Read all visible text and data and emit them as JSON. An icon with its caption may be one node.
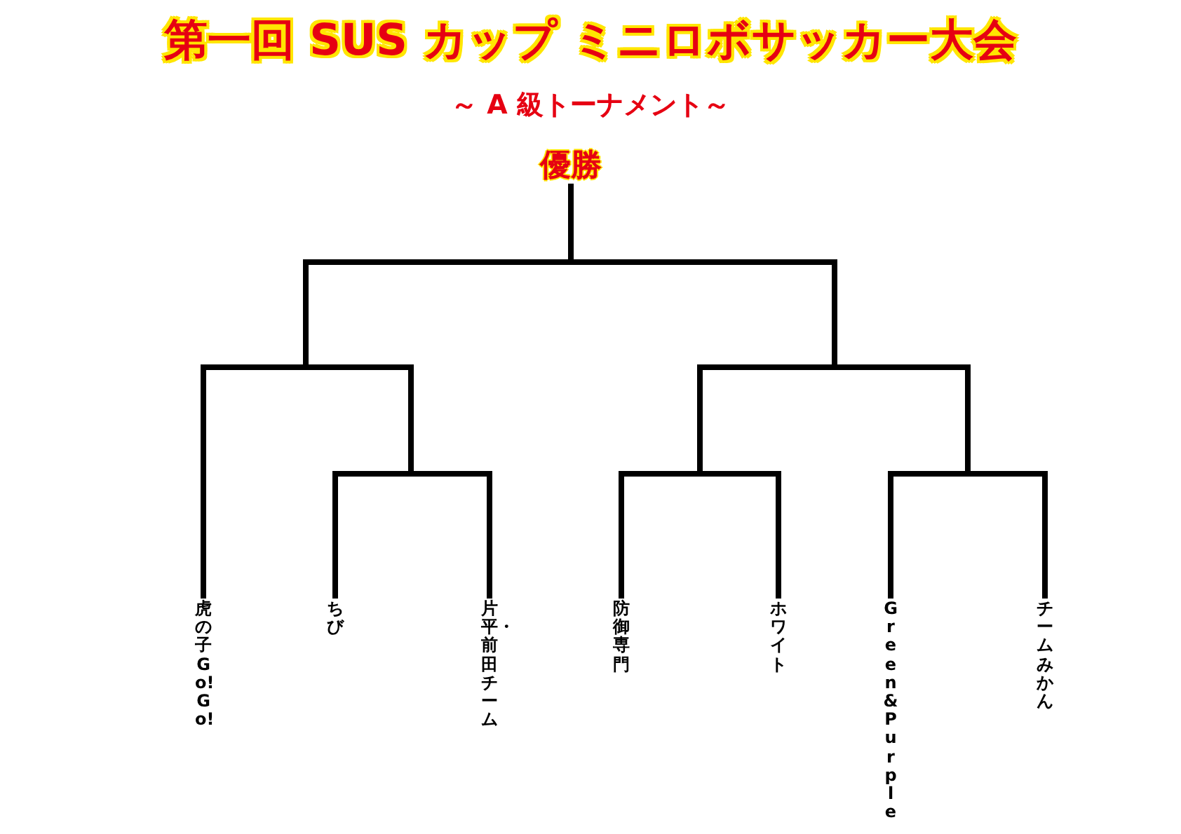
{
  "diagram": {
    "title": "第一回 SUS カップ ミニロボサッカー大会",
    "nodes": [
      {
        "text": [
          "優勝"
        ]
      },
      {
        "text": [
          "虎の子 Go! Go!"
        ]
      },
      {
        "text": [
          "ちび"
        ]
      },
      {
        "text": [
          "片平・前田チーム"
        ]
      },
      {
        "text": [
          "防御専門"
        ]
      },
      {
        "text": [
          "ホワイト"
        ]
      },
      {
        "text": [
          "Green&Purple"
        ]
      },
      {
        "text": [
          "チームみかん"
        ]
      }
    ],
    "edges": [
      {
        "from": 1,
        "to": 0,
        "arrow": "none"
      },
      {
        "from": 2,
        "to": 0,
        "arrow": "none"
      },
      {
        "from": 3,
        "to": 0,
        "arrow": "none"
      },
      {
        "from": 4,
        "to": 0,
        "arrow": "none"
      },
      {
        "from": 5,
        "to": 0,
        "arrow": "none"
      },
      {
        "from": 6,
        "to": 0,
        "arrow": "none"
      },
      {
        "from": 7,
        "to": 0,
        "arrow": "none"
      }
    ],
    "labels": [
      "～ A 級トーナメント～"
    ]
  }
}
